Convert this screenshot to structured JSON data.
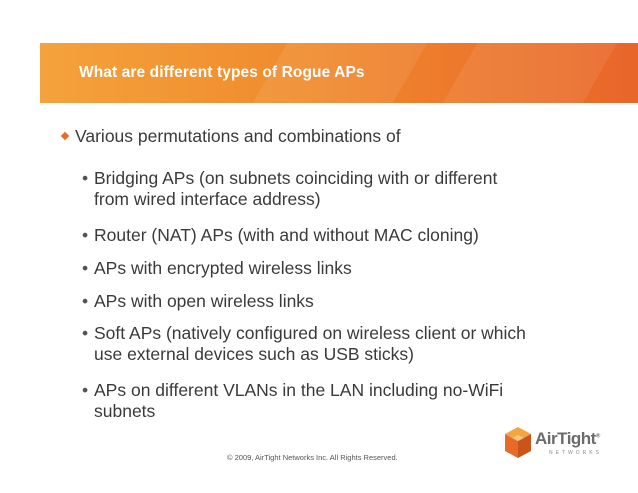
{
  "slide": {
    "title": "What are different types of Rogue APs",
    "main_point": "Various permutations and combinations of",
    "bullets": [
      {
        "line1": "Bridging APs (on subnets coinciding with or different",
        "line2": "from wired interface address)"
      },
      {
        "line1": "Router (NAT) APs (with and without MAC cloning)",
        "line2": ""
      },
      {
        "line1": "APs with encrypted wireless links",
        "line2": ""
      },
      {
        "line1": "APs with open wireless links",
        "line2": ""
      },
      {
        "line1": "Soft APs (natively configured on wireless client or which",
        "line2": "use external devices such as USB sticks)"
      },
      {
        "line1": "APs on different VLANs in the LAN including no-WiFi",
        "line2": "subnets"
      }
    ],
    "bullet_glyph": "•",
    "footer": "© 2009, AirTight Networks Inc. All Rights Reserved.",
    "logo_text": "AirTight",
    "logo_tm": "®",
    "logo_subtext": "NETWORKS"
  },
  "colors": {
    "accent": "#e76b26",
    "banner_start": "#f4a23c",
    "banner_end": "#e9652a"
  }
}
